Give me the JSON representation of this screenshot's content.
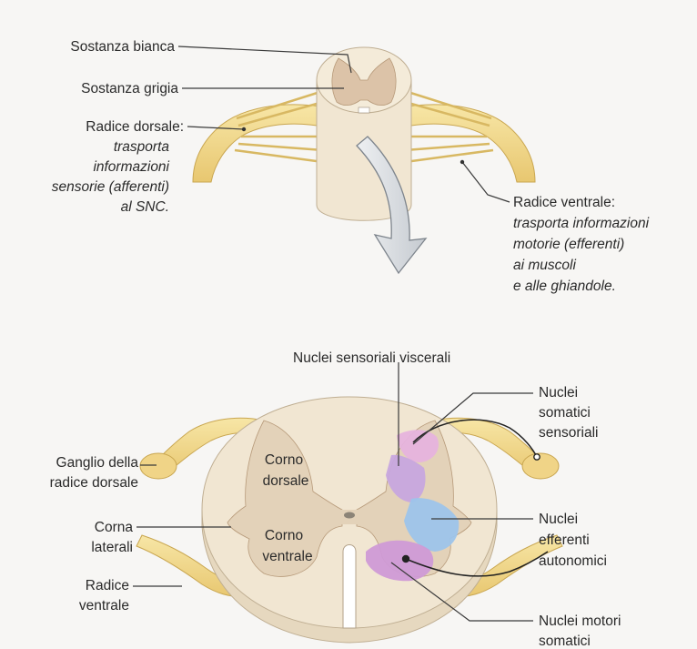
{
  "top_diagram": {
    "labels": {
      "white_matter": "Sostanza bianca",
      "gray_matter": "Sostanza grigia",
      "dorsal_root_title": "Radice dorsale:",
      "dorsal_root_desc": [
        "trasporta",
        "informazioni",
        "sensorie (afferenti)",
        "al SNC."
      ],
      "ventral_root_title": "Radice ventrale:",
      "ventral_root_desc": [
        "trasporta informazioni",
        "motorie  (efferenti)",
        "ai muscoli",
        "e alle ghiandole."
      ]
    }
  },
  "bottom_diagram": {
    "labels": {
      "visceral_sensory": "Nuclei sensoriali viscerali",
      "somatic_sensory": [
        "Nuclei",
        "somatici",
        "sensoriali"
      ],
      "dorsal_ganglion": [
        "Ganglio della",
        "radice dorsale"
      ],
      "lateral_horns": [
        "Corna",
        "laterali"
      ],
      "ventral_root": [
        "Radice",
        "ventrale"
      ],
      "dorsal_horn": [
        "Corno",
        "dorsale"
      ],
      "ventral_horn": [
        "Corno",
        "ventrale"
      ],
      "autonomic_efferent": [
        "Nuclei",
        "efferenti",
        "autonomici"
      ],
      "somatic_motor": [
        "Nuclei motori",
        "somatici"
      ]
    }
  },
  "colors": {
    "nerve": "#f2d98a",
    "nerve_dark": "#d9b55a",
    "white_matter": "#f1e6d2",
    "gray_matter": "#dcc3a8",
    "visceral_sensory_region": "#c7a7de",
    "somatic_sensory_region": "#e6b3dd",
    "autonomic_region": "#9dc4ea",
    "somatic_motor_region": "#cf9ad6",
    "arrow": "#d7dbe0"
  }
}
